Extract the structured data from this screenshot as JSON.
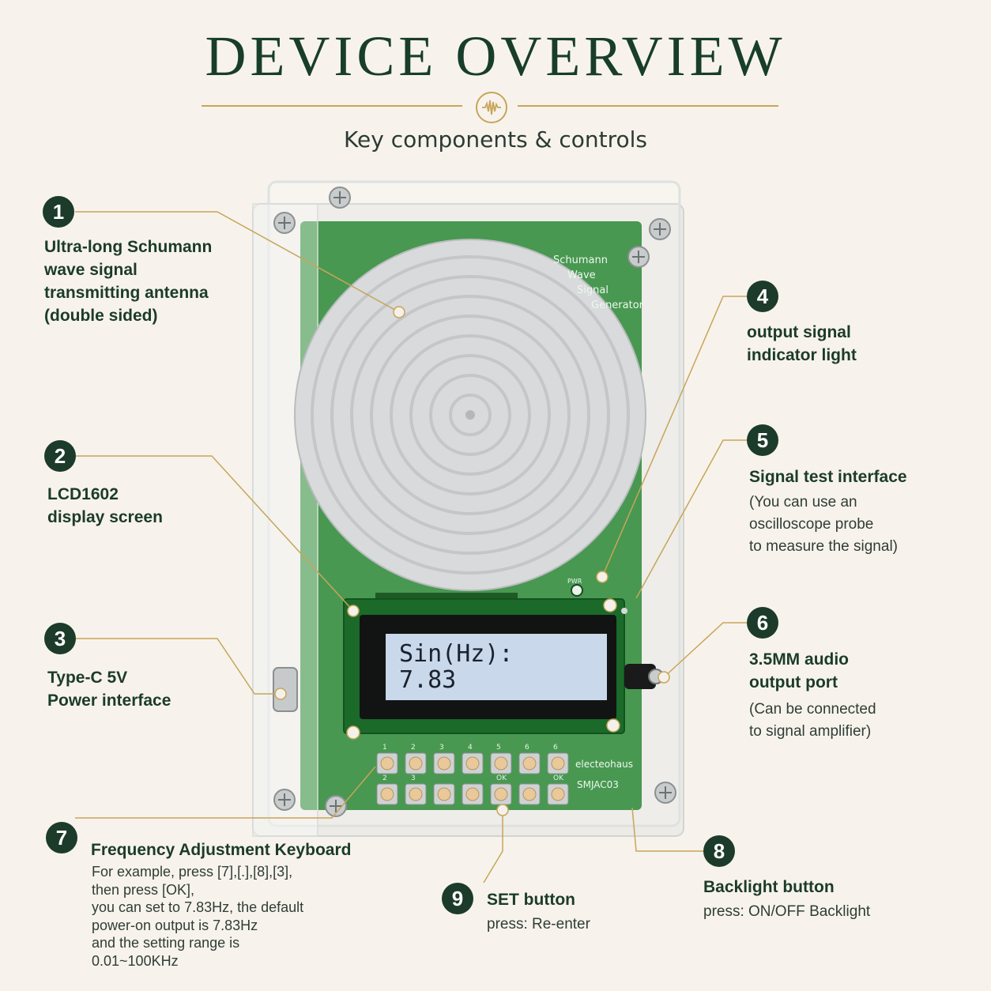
{
  "header": {
    "title": "DEVICE OVERVIEW",
    "subtitle": "Key components & controls",
    "wave_icon": "wave-icon"
  },
  "colors": {
    "background": "#f7f3ec",
    "dark_green": "#1c3b2a",
    "gold": "#c8a559",
    "pcb_green": "#2f8a3a",
    "lcd_blue": "#c9d8ea"
  },
  "device": {
    "pcb_title_lines": [
      "Schumann",
      "Wave",
      "Signal",
      "Generator"
    ],
    "pwr_label": "PWR",
    "brand": "electeohaus",
    "model": "SMJAC03",
    "lcd_line1": "Sin(Hz):",
    "lcd_line2": "7.83",
    "key_top_labels": [
      "1",
      "2",
      "3",
      "4",
      "5",
      "6",
      "6"
    ],
    "key_bottom_labels": [
      "2",
      "3",
      "",
      "",
      "OK",
      "",
      "OK"
    ]
  },
  "callouts": [
    {
      "num": "1",
      "title": "Ultra-long Schumann\nwave signal\ntransmitting antenna\n(double sided)",
      "desc": ""
    },
    {
      "num": "2",
      "title": "LCD1602\ndisplay screen",
      "desc": ""
    },
    {
      "num": "3",
      "title": "Type-C 5V\nPower interface",
      "desc": ""
    },
    {
      "num": "4",
      "title": "output signal\nindicator light",
      "desc": ""
    },
    {
      "num": "5",
      "title": "Signal test interface",
      "desc": "(You can use an\noscilloscope probe\nto measure the signal)"
    },
    {
      "num": "6",
      "title": "3.5MM audio\noutput port",
      "desc": "(Can be connected\nto signal amplifier)"
    },
    {
      "num": "7",
      "title": "Frequency Adjustment Keyboard",
      "desc": "For example, press [7],[.],[8],[3],\nthen press [OK],\nyou can set to 7.83Hz, the default\npower-on output is 7.83Hz\nand the setting range is\n0.01~100KHz"
    },
    {
      "num": "8",
      "title": "Backlight button",
      "desc": "press: ON/OFF Backlight"
    },
    {
      "num": "9",
      "title": "SET button",
      "desc": "press: Re-enter"
    }
  ]
}
